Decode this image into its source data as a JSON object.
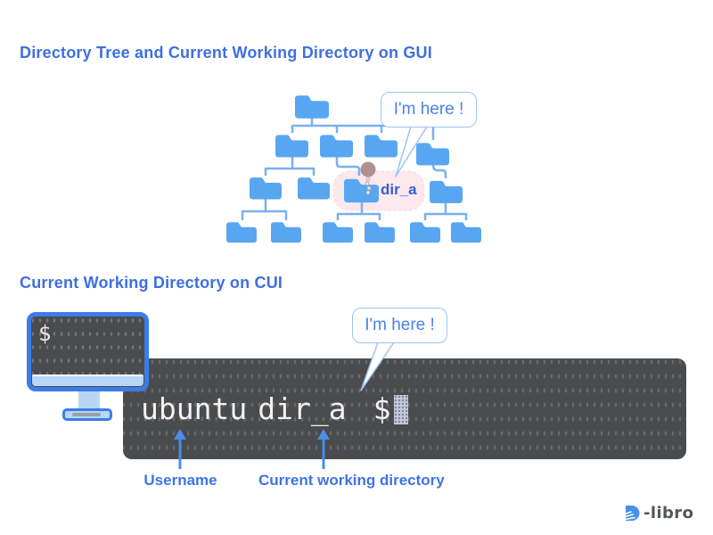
{
  "gui": {
    "heading": "Directory Tree and Current Working Directory on GUI",
    "bubble": "I'm here !",
    "dir_label": "dir_a"
  },
  "cui": {
    "heading": "Current Working Directory on CUI",
    "bubble": "I'm here !",
    "screen_prompt": "$",
    "username": "ubuntu",
    "cwd": "dir_a",
    "prompt_symbol": "$",
    "username_label": "Username",
    "cwd_label": "Current working directory"
  },
  "footer": {
    "logo_mark": "D",
    "logo_text": "-libro"
  },
  "tree": {
    "levels": [
      1,
      4,
      4,
      6
    ],
    "highlighted_node": "dir_a"
  },
  "colors": {
    "heading_blue": "#3e6fe2",
    "folder_blue": "#58a6f2",
    "connector_blue": "#79b0f0",
    "terminal_bg": "#4a4b4d",
    "terminal_text": "#f2f2f2",
    "highlight_pink": "#fce9ed",
    "pin_brown": "#b19090",
    "bubble_border": "#9fc3f2",
    "bubble_text": "#4a82e8",
    "dir_label_blue": "#3a5cd2",
    "arrow_blue": "#4a8ce8",
    "monitor_frame_blue": "#3b7ce8",
    "monitor_strip_blue": "#b8d6f8",
    "logo_blue": "#4a90e8",
    "logo_gray": "#53565c"
  }
}
